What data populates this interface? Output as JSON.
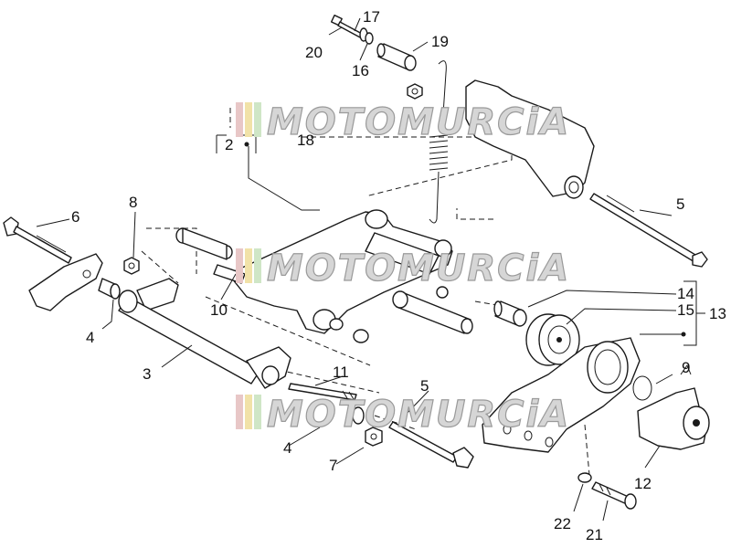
{
  "watermark": {
    "text": "MOTOMURCiA",
    "stripe_colors": [
      "#e8c7c7",
      "#f1e2a8",
      "#cfe6c6"
    ]
  },
  "callouts": [
    {
      "id": "c20",
      "text": "20"
    },
    {
      "id": "c17",
      "text": "17"
    },
    {
      "id": "c16",
      "text": "16"
    },
    {
      "id": "c19",
      "text": "19"
    },
    {
      "id": "c18",
      "text": "18"
    },
    {
      "id": "c2",
      "text": "2"
    },
    {
      "id": "c5a",
      "text": "5"
    },
    {
      "id": "c6",
      "text": "6"
    },
    {
      "id": "c8",
      "text": "8"
    },
    {
      "id": "c4a",
      "text": "4"
    },
    {
      "id": "c10",
      "text": "10"
    },
    {
      "id": "c14",
      "text": "14"
    },
    {
      "id": "c15",
      "text": "15"
    },
    {
      "id": "c13",
      "text": "13"
    },
    {
      "id": "c3",
      "text": "3"
    },
    {
      "id": "c11",
      "text": "11"
    },
    {
      "id": "c9",
      "text": "9"
    },
    {
      "id": "c5b",
      "text": "5"
    },
    {
      "id": "c4b",
      "text": "4"
    },
    {
      "id": "c7",
      "text": "7"
    },
    {
      "id": "c12",
      "text": "12"
    },
    {
      "id": "c22",
      "text": "22"
    },
    {
      "id": "c21",
      "text": "21"
    }
  ]
}
